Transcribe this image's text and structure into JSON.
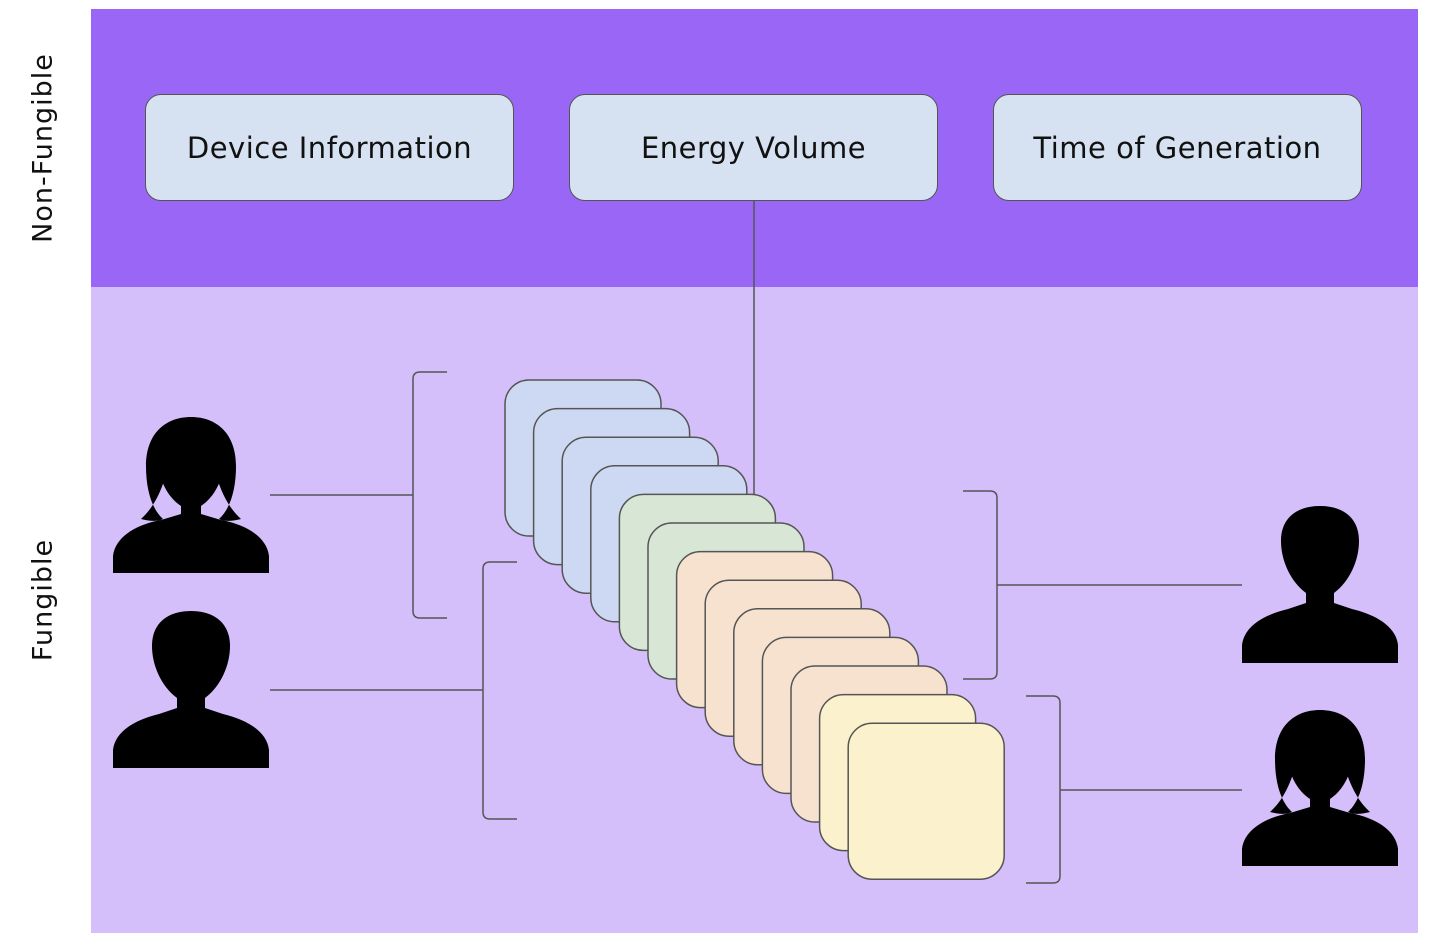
{
  "bands": {
    "top_color": "#9966f6",
    "bottom_color": "#d4bffa"
  },
  "labels": {
    "non_fungible": "Non-Fungible",
    "fungible": "Fungible"
  },
  "attributes": [
    {
      "label": "Device Information",
      "fill": "#d6e2f1"
    },
    {
      "label": "Energy Volume",
      "fill": "#d6e2f1"
    },
    {
      "label": "Time of Generation",
      "fill": "#d6e2f1"
    }
  ],
  "certificates": {
    "fills": [
      "#cdd9f2",
      "#cdd9f2",
      "#cdd9f2",
      "#cdd9f2",
      "#d8e6d6",
      "#d8e6d6",
      "#f7e2cf",
      "#f7e2cf",
      "#f7e2cf",
      "#f7e2cf",
      "#f7e2cf",
      "#fbf1cc",
      "#fbf1cc"
    ],
    "stroke": "#555555"
  },
  "people": [
    {
      "icon": "woman-icon",
      "side": "left"
    },
    {
      "icon": "man-icon",
      "side": "left"
    },
    {
      "icon": "man-icon",
      "side": "right"
    },
    {
      "icon": "woman-icon",
      "side": "right"
    }
  ],
  "icon_color": "#000000",
  "line_color": "#555555"
}
